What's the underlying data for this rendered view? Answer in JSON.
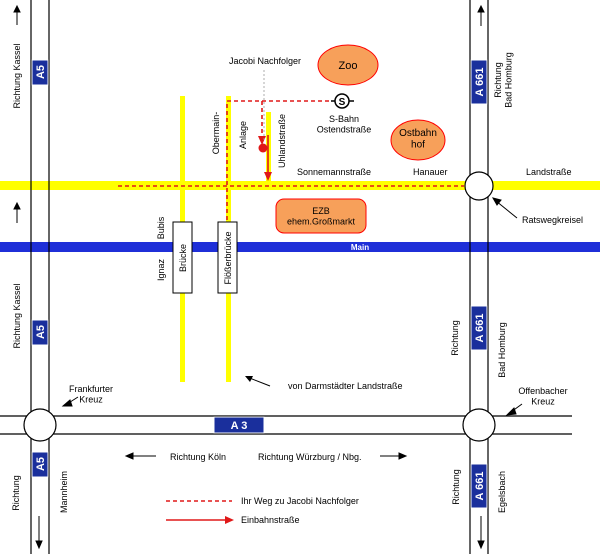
{
  "colors": {
    "background": "#ffffff",
    "river": "#1f2fd8",
    "yellow_road": "#ffff00",
    "motorway_line": "#000000",
    "shield_fill": "#1a2f9c",
    "poi_fill": "#f7a05a",
    "poi_stroke": "#ff0000",
    "route_red": "#e01818",
    "bridge_fill": "#ffffff"
  },
  "motorways": {
    "a5": "A5",
    "a661": "A 661",
    "a3": "A 3"
  },
  "directions": {
    "kassel_top": "Richtung Kassel",
    "kassel_mid": "Richtung Kassel",
    "bad_homburg_top": "Richtung\nBad Homburg",
    "richtung_right_mid": "Richtung",
    "bad_homburg_mid": "Bad Homburg",
    "koeln": "Richtung Köln",
    "wuerzburg": "Richtung Würzburg / Nbg.",
    "richtung_bottom_left": "Richtung",
    "mannheim": "Mannheim",
    "richtung_bottom_right": "Richtung",
    "egelsbach": "Egelsbach"
  },
  "interchanges": {
    "frankfurter_kreuz": "Frankfurter\nKreuz",
    "offenbacher_kreuz": "Offenbacher\nKreuz",
    "ratswegkreisel": "Ratswegkreisel"
  },
  "streets": {
    "sonnemannstrasse": "Sonnemannstraße",
    "hanauer": "Hanauer",
    "landstrasse": "Landstraße",
    "obermain": "Obermain-",
    "anlage": "Anlage",
    "uhlandstrasse": "Uhlandstraße",
    "von_darmstaedter": "von Darmstädter Landstraße"
  },
  "bridges": {
    "ignatz_bubis_1": "Ignaz",
    "ignatz_bubis_2": "Bubis",
    "bruecke": "Brücke",
    "floesser": "Flößerbrücke"
  },
  "river": {
    "name": "Main"
  },
  "pois": {
    "zoo": "Zoo",
    "ostbahnhof": "Ostbahn\nhof",
    "ezb": "EZB\nehem.Großmarkt",
    "jacobi": "Jacobi Nachfolger",
    "sbahn": "S-Bahn\nOstendstraße",
    "sbahn_symbol": "S"
  },
  "legend": {
    "route": "Ihr Weg zu Jacobi Nachfolger",
    "oneway": "Einbahnstraße"
  }
}
